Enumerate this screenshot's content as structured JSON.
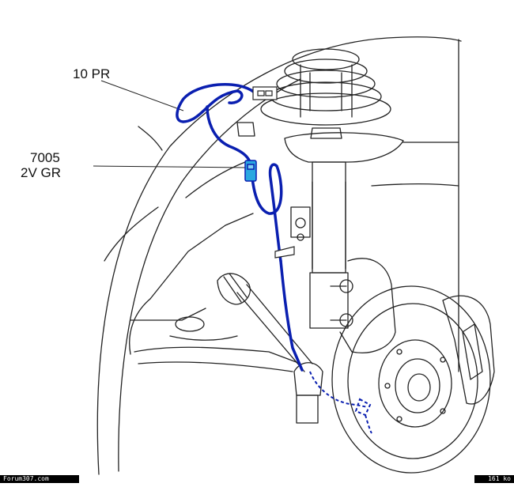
{
  "labels": {
    "connector_top": "10 PR",
    "connector_sensor_line1": "7005",
    "connector_sensor_line2": "2V GR"
  },
  "footer": {
    "site": "Forum307.com",
    "size": "161 ko"
  },
  "colors": {
    "harness": "#0a1fb0",
    "connector_highlight": "#2aa8e0",
    "line_art": "#222222"
  }
}
